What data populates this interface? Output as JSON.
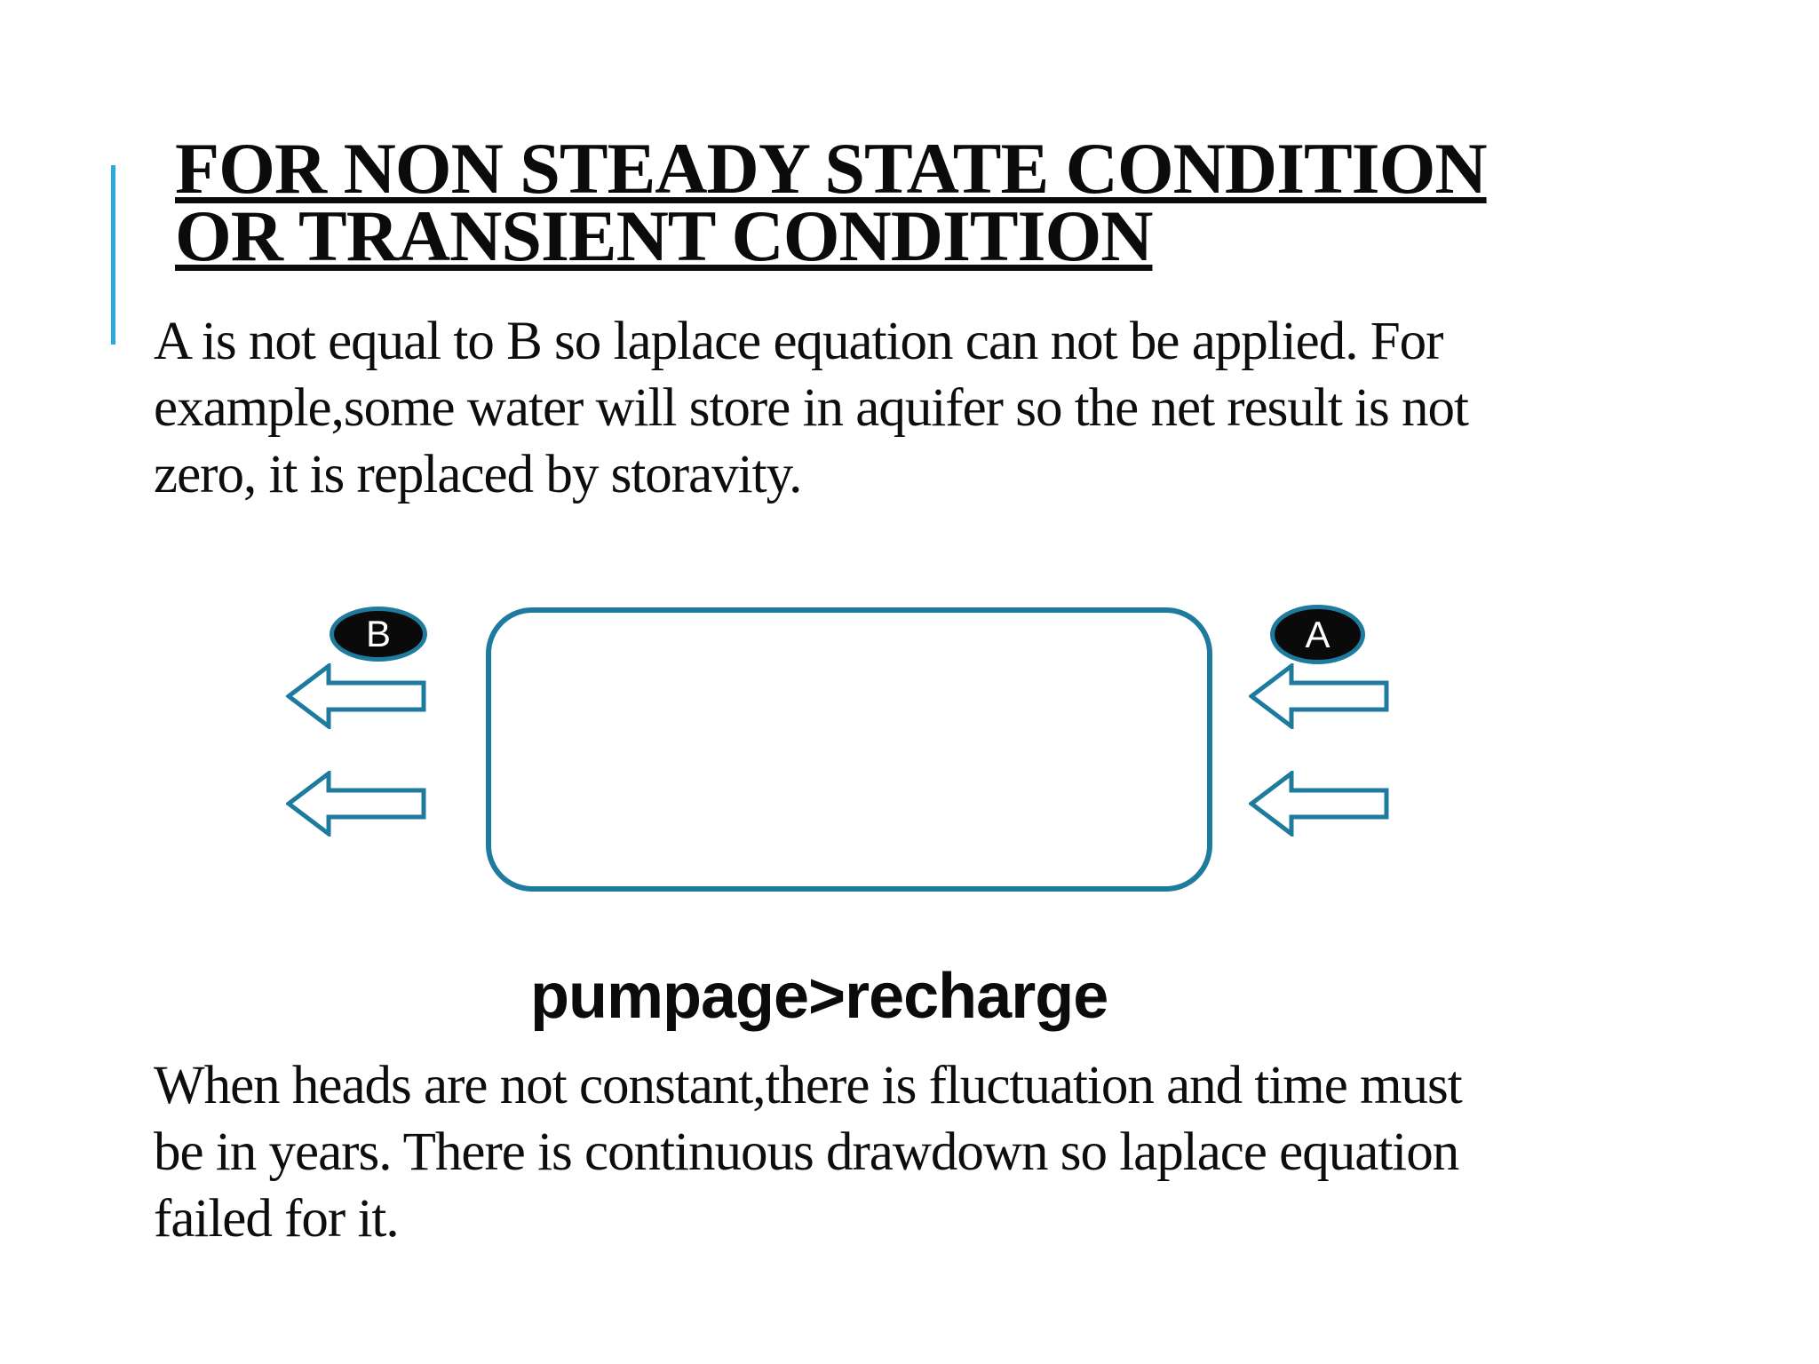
{
  "title": {
    "line1": "FOR NON STEADY STATE CONDITION",
    "line2": "OR TRANSIENT CONDITION"
  },
  "paragraph1": {
    "lines": [
      "A is not equal to B so laplace equation can not be applied. For",
      "example,some water will store in aquifer so the net result is not",
      "zero, it is replaced by storavity."
    ]
  },
  "diagram": {
    "label_b": "B",
    "label_a": "A",
    "caption": "pumpage>recharge"
  },
  "paragraph2": {
    "lines": [
      "When heads are not constant,there is fluctuation and time must",
      "be in years. There is continuous drawdown so laplace equation",
      "failed for it."
    ]
  },
  "colors": {
    "accent_line": "#29ABE2",
    "shape_outline": "#1F7B9E",
    "ellipse_fill": "#0A0A0A",
    "text": "#0D0D0D"
  }
}
